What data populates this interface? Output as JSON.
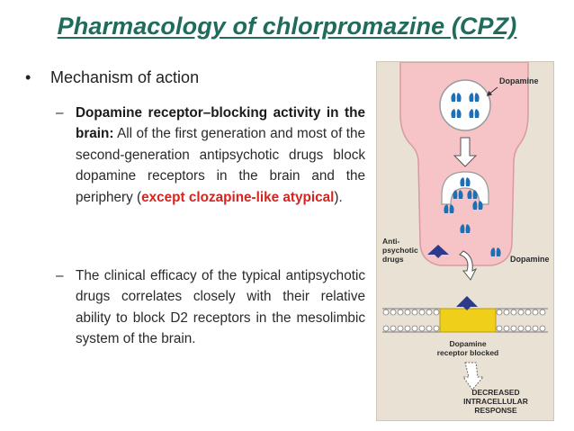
{
  "title": "Pharmacology of chlorpromazine (CPZ)",
  "bullet": {
    "marker": "•",
    "text": "Mechanism of action"
  },
  "subpoints": [
    {
      "dash": "–",
      "bold": "Dopamine receptor–blocking activity in the brain:",
      "text": " All of the first generation and most of the second-generation antipsychotic drugs block dopamine receptors in the brain and the periphery (",
      "red": "except clozapine-like atypical",
      "tail": ")."
    },
    {
      "dash": "–",
      "text": "The clinical efficacy of the typical antipsychotic drugs correlates closely with their relative ability to block D2 receptors in the mesolimbic system of the brain."
    }
  ],
  "figure": {
    "label_dopamine_top": "Dopamine",
    "label_antipsychotic": [
      "Anti-",
      "psychotic",
      "drugs"
    ],
    "label_dopamine_mid": "Dopamine",
    "label_blocked": [
      "Dopamine",
      "receptor blocked"
    ],
    "label_response": [
      "DECREASED",
      "INTRACELLULAR",
      "RESPONSE"
    ],
    "colors": {
      "background": "#e9e2d4",
      "neuron": "#f6c3c6",
      "vesicle": "#ffffff",
      "dopamine": "#1e6fb4",
      "drug": "#2d3a8c",
      "receptor": "#f0cf1b",
      "membrane": "#7a7a7a"
    }
  }
}
